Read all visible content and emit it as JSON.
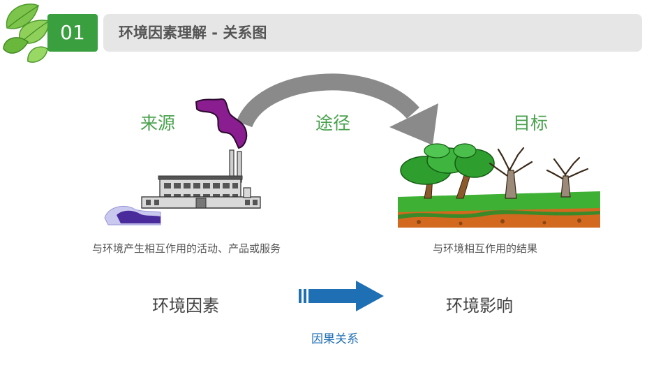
{
  "header": {
    "number": "01",
    "title": "环境因素理解 - 关系图"
  },
  "diagram": {
    "source_label": "来源",
    "pathway_label": "途径",
    "target_label": "目标",
    "source_desc": "与环境产生相互作用的活动、产品或服务",
    "target_desc": "与环境相互作用的结果",
    "factor_label": "环境因素",
    "impact_label": "环境影响",
    "relation_label": "因果关系"
  },
  "colors": {
    "accent_green": "#3a9f3f",
    "label_green": "#4aa24e",
    "arrow_blue": "#1f6fb4",
    "smoke_purple": "#8a1d8f",
    "curve_arrow_gray": "#8a8a8a"
  },
  "icons": {
    "leaf": "leaf-icon",
    "factory": "factory-icon",
    "trees": "trees-icon",
    "curved_arrow": "curved-arrow-icon",
    "right_arrow": "right-arrow-icon"
  }
}
